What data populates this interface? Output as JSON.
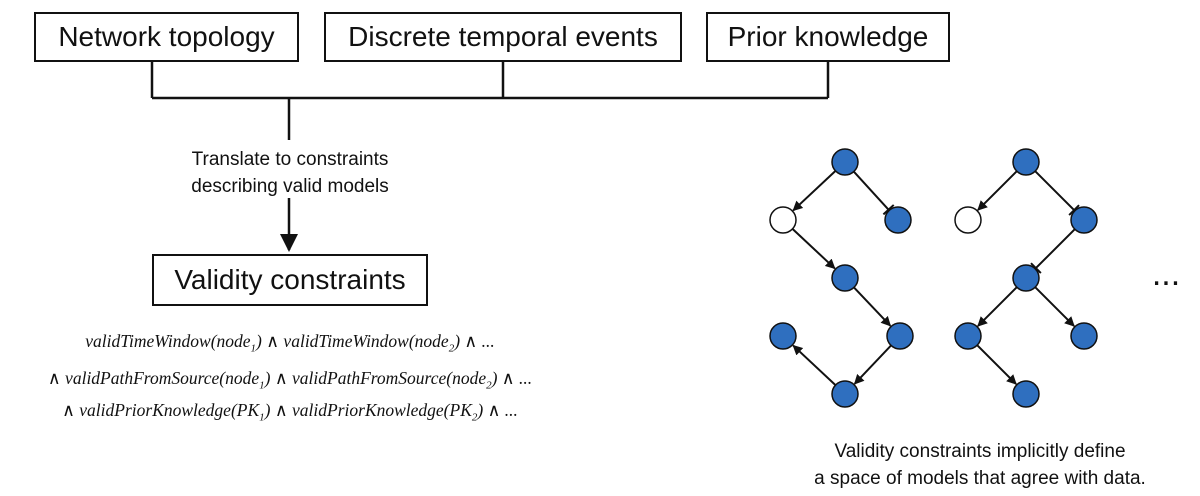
{
  "inputs": {
    "network_topology": "Network topology",
    "temporal_events": "Discrete temporal events",
    "prior_knowledge": "Prior knowledge"
  },
  "translate_label": {
    "line1": "Translate to constraints",
    "line2": "describing valid models"
  },
  "validity_box": "Validity constraints",
  "formula": {
    "line1": [
      {
        "t": "validTimeWindow(node"
      },
      {
        "sub": "1"
      },
      {
        "t": ") ∧ validTimeWindow(node"
      },
      {
        "sub": "2"
      },
      {
        "t": ") ∧ ..."
      }
    ],
    "line2": [
      {
        "t": "∧ validPathFromSource(node"
      },
      {
        "sub": "1"
      },
      {
        "t": ") ∧ validPathFromSource(node"
      },
      {
        "sub": "2"
      },
      {
        "t": ") ∧ ..."
      }
    ],
    "line3": [
      {
        "t": "∧ validPriorKnowledge(PK"
      },
      {
        "sub": "1"
      },
      {
        "t": ") ∧ validPriorKnowledge(PK"
      },
      {
        "sub": "2"
      },
      {
        "t": ") ∧ ..."
      }
    ]
  },
  "ellipsis": "...",
  "space_caption": {
    "line1": "Validity constraints implicitly define",
    "line2": "a space of models that agree with data."
  },
  "colors": {
    "node_fill": "#2f6fbf",
    "node_stroke": "#111111",
    "empty_node_fill": "#ffffff",
    "line": "#111111"
  },
  "graphs": [
    {
      "name": "model-graph-1",
      "nodes": [
        "top",
        "left-empty",
        "right-top",
        "middle",
        "lower-right",
        "lower-left",
        "bottom"
      ],
      "edges": [
        {
          "from": "top",
          "to": "left-empty",
          "type": "activation"
        },
        {
          "from": "top",
          "to": "right-top",
          "type": "inhibition"
        },
        {
          "from": "left-empty",
          "to": "middle",
          "type": "activation"
        },
        {
          "from": "middle",
          "to": "lower-right",
          "type": "activation"
        },
        {
          "from": "lower-right",
          "to": "bottom",
          "type": "activation"
        },
        {
          "from": "bottom",
          "to": "lower-left",
          "type": "activation"
        }
      ]
    },
    {
      "name": "model-graph-2",
      "nodes": [
        "top",
        "left-empty",
        "right-top",
        "middle",
        "lower-left",
        "lower-right",
        "bottom"
      ],
      "edges": [
        {
          "from": "top",
          "to": "left-empty",
          "type": "activation"
        },
        {
          "from": "top",
          "to": "right-top",
          "type": "inhibition"
        },
        {
          "from": "right-top",
          "to": "middle",
          "type": "inhibition"
        },
        {
          "from": "middle",
          "to": "lower-left",
          "type": "activation"
        },
        {
          "from": "middle",
          "to": "lower-right",
          "type": "activation"
        },
        {
          "from": "lower-left",
          "to": "bottom",
          "type": "activation"
        }
      ]
    }
  ]
}
